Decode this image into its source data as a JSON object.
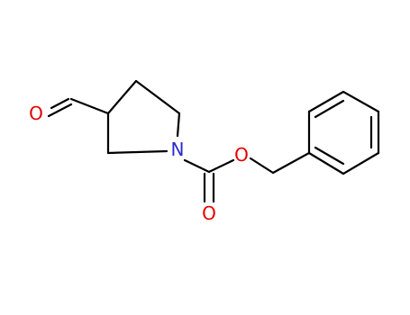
{
  "molecule": {
    "atoms": {
      "aldehyde_o": {
        "symbol": "O",
        "color": "#e60000"
      },
      "ring_n": {
        "symbol": "N",
        "color": "#2b2bcc"
      },
      "ester_o": {
        "symbol": "O",
        "color": "#e60000"
      },
      "carbonyl_o": {
        "symbol": "O",
        "color": "#e60000"
      }
    },
    "bond_color": "#000000"
  }
}
